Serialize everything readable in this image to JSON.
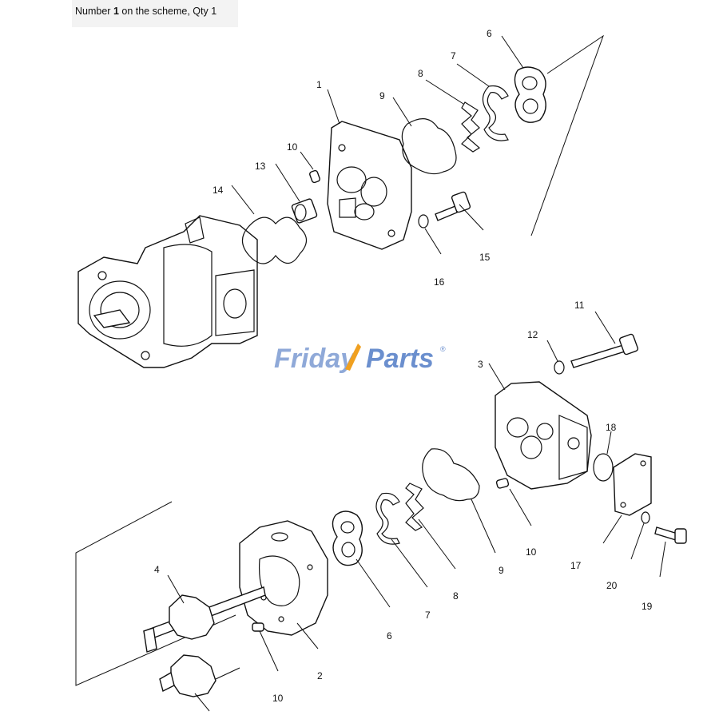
{
  "caption": {
    "prefix": "Number ",
    "number": "1",
    "suffix": " on the scheme, Qty 1"
  },
  "watermark": {
    "brand_a": "Friday",
    "brand_b": "Parts",
    "mark": "®",
    "color_a": "#8fa9d8",
    "color_b": "#6b8fce",
    "accent": "#f0a020"
  },
  "callouts": {
    "c1": "1",
    "c2": "2",
    "c3": "3",
    "c4": "4",
    "c6a": "6",
    "c6b": "6",
    "c7a": "7",
    "c7b": "7",
    "c8a": "8",
    "c8b": "8",
    "c9a": "9",
    "c9b": "9",
    "c10a": "10",
    "c10b": "10",
    "c10c": "10",
    "c11": "11",
    "c12": "12",
    "c13": "13",
    "c14": "14",
    "c15": "15",
    "c16": "16",
    "c17": "17",
    "c18": "18",
    "c19": "19",
    "c20": "20"
  }
}
